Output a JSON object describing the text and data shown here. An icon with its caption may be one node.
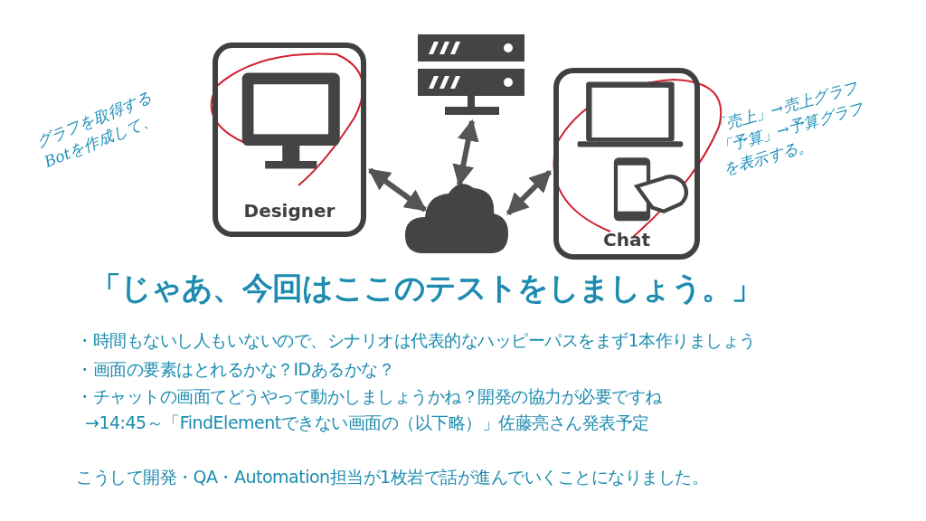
{
  "diagram": {
    "title": "「じゃあ、今回はここのテストをしましょう。」",
    "nodes": [
      {
        "text": [
          "Designer"
        ]
      },
      {
        "text": [],
        "shape": "server"
      },
      {
        "text": [],
        "shape": "cloud"
      },
      {
        "text": [
          "Chat"
        ]
      }
    ],
    "edges": [
      {
        "from": 0,
        "to": 2,
        "arrow": "both"
      },
      {
        "from": 1,
        "to": 2,
        "arrow": "both"
      },
      {
        "from": 2,
        "to": 3,
        "arrow": "both"
      }
    ],
    "labels": [
      "グラフを取得するBotを作成して、",
      "「売上」→売上グラフ「予算」→予算グラフを表示する。",
      "・時間もないし人もいないので、シナリオは代表的なハッピーパスをまず1本作りましょう",
      "・画面の要素はとれるかな？IDあるかな？",
      "・チャットの画面てどうやって動かしましょうかね？開発の協力が必要ですね",
      "→14:45～「FindElementできない画面の（以下略）」佐藤亮さん発表予定",
      "こうして開発・QA・Automation担当が1枚岩で話が進んでいくことになりました。"
    ]
  }
}
